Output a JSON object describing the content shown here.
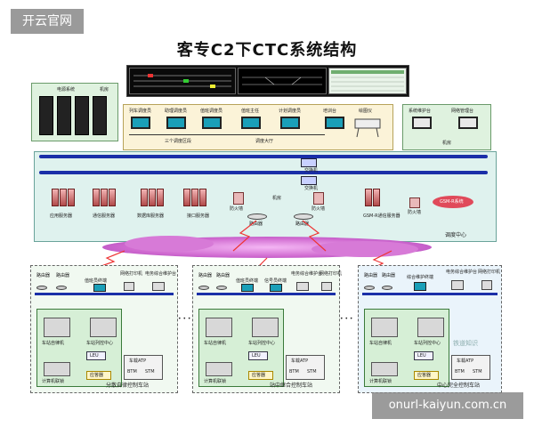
{
  "watermarks": {
    "top_left": "开云官网",
    "bottom_right": "onurl-kaiyun.com.cn",
    "logo_text": "铁道知识"
  },
  "title": "客专C2下CTC系统结构",
  "power_room": {
    "label1": "电源系统",
    "label2": "机房"
  },
  "dispatch_hall": {
    "positions": [
      "列车调度员",
      "助理调度员",
      "值班调度员",
      "值班主任",
      "计划调度员",
      "培训台",
      "绘图仪"
    ],
    "zone_label": "三个调度区段",
    "hall_label": "调度大厅"
  },
  "right_room": {
    "items": [
      "系统维护台",
      "网络管理台"
    ],
    "label": "机房"
  },
  "center": {
    "switch1": "交换机",
    "switch2": "交换机",
    "room_label": "机房",
    "servers": [
      "应用服务器",
      "通信服务器",
      "数据库服务器",
      "接口服务器"
    ],
    "firewall": "防火墙",
    "router": "路由器",
    "gsmr_server": "GSM-R通信服务器",
    "gsmr_system": "GSM-R系统",
    "center_label": "调度中心"
  },
  "stations": [
    {
      "title": "分散自律控制车站",
      "top": [
        "路由器",
        "路由器",
        "值班员终端",
        "网络打印机",
        "电务综合维护台"
      ],
      "modules": [
        "车站自律机",
        "车站列控中心",
        "LEU",
        "车载ATP",
        "BTM",
        "STM",
        "应答器",
        "计算机联锁"
      ]
    },
    {
      "title": "站中继合控制车站",
      "top": [
        "路由器",
        "路由器",
        "值班员终端",
        "信号员终端",
        "电务综合维护台",
        "网络打印机"
      ],
      "modules": [
        "车站自律机",
        "车站列控中心",
        "LEU",
        "车载ATP",
        "BTM",
        "STM",
        "应答器",
        "计算机联锁"
      ]
    },
    {
      "title": "中心完全控制车站",
      "top": [
        "路由器",
        "路由器",
        "综合维护终端",
        "电务综合维护台",
        "网络打印机"
      ],
      "modules": [
        "车站自律机",
        "车站列控中心",
        "LEU",
        "车载ATP",
        "BTM",
        "STM",
        "应答器",
        "计算机联锁"
      ]
    }
  ],
  "ellipsis": "• • •"
}
